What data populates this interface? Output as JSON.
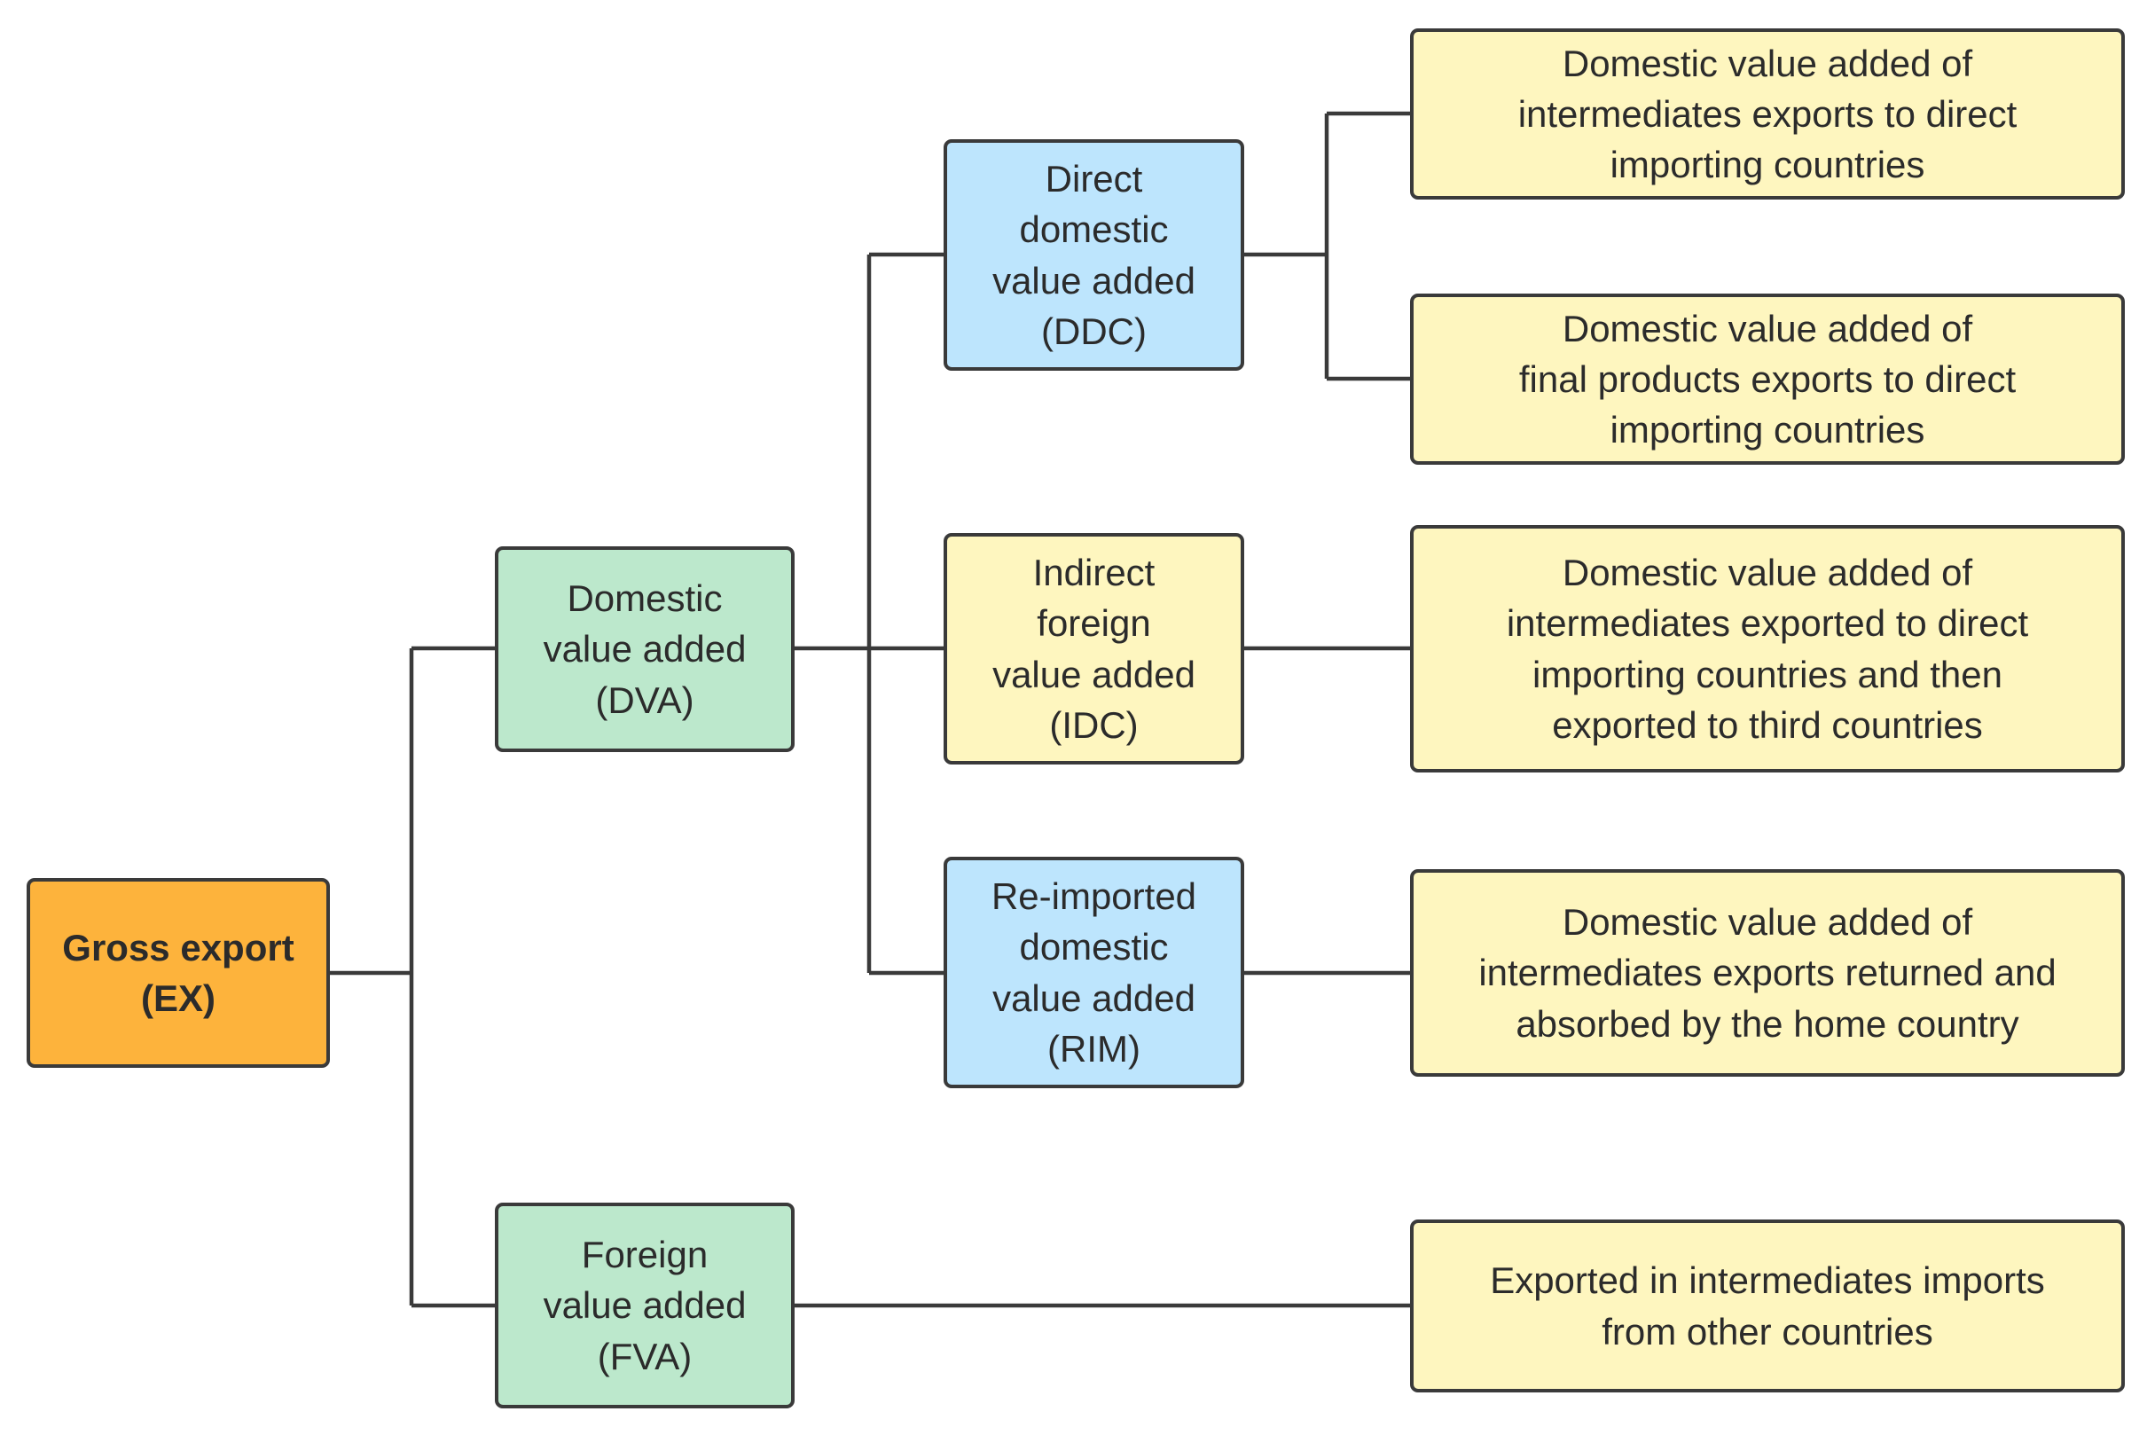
{
  "colors": {
    "root": "#FDB33C",
    "level1": "#BCE8CC",
    "level2_blue": "#BDE5FD",
    "yellow": "#FEF6BF",
    "line": "#3A3A3A",
    "text": "#2B2B2B"
  },
  "nodes": {
    "gross_export": "Gross export\n(EX)",
    "dva": "Domestic\nvalue added\n(DVA)",
    "fva": "Foreign\nvalue added\n(FVA)",
    "ddc": "Direct\ndomestic\nvalue added\n(DDC)",
    "idc": "Indirect\nforeign\nvalue added\n(IDC)",
    "rim": "Re-imported\ndomestic\nvalue added\n(RIM)",
    "ddc_intermediates": "Domestic value added of\nintermediates exports to direct\nimporting countries",
    "ddc_final": "Domestic value added of\nfinal products exports to direct\nimporting countries",
    "idc_desc": "Domestic value added of\nintermediates exported to direct\nimporting countries and then\nexported to third countries",
    "rim_desc": "Domestic value added of\nintermediates exports returned and\nabsorbed by the home country",
    "fva_desc": "Exported in intermediates imports\nfrom other countries"
  }
}
